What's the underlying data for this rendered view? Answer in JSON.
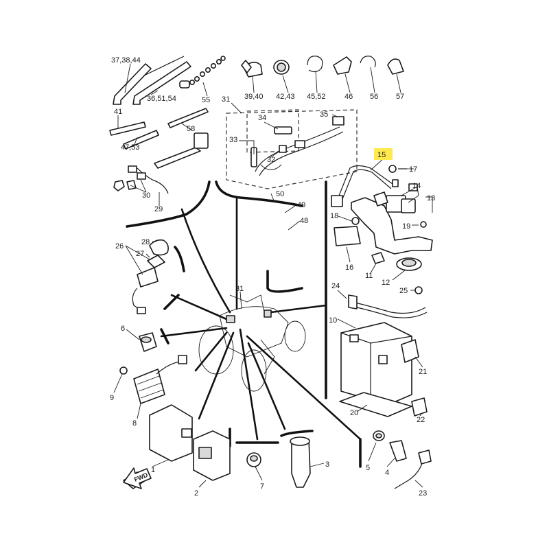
{
  "callouts": {
    "c37": "37,38,44",
    "c36": "36,51,54",
    "c55": "55",
    "c41": "41",
    "c47": "47,53",
    "c58": "58",
    "c30": "30",
    "c29": "29",
    "c3940": "39,40",
    "c4243": "42,43",
    "c4552": "45,52",
    "c46": "46",
    "c56": "56",
    "c57": "57",
    "c31a": "31",
    "c35": "35",
    "c34": "34",
    "c33": "33",
    "c32": "32",
    "c50": "50",
    "c49": "49",
    "c48": "48",
    "c15": "15",
    "c17": "17",
    "c14": "14",
    "c13": "13",
    "c18": "18",
    "c19": "19",
    "c16": "16",
    "c11": "11",
    "c12": "12",
    "c25": "25",
    "c24": "24",
    "c10": "10",
    "c21": "21",
    "c22": "22",
    "c20": "20",
    "c26": "26",
    "c28": "28",
    "c27": "27",
    "c31b": "31",
    "c6": "6",
    "c9": "9",
    "c8": "8",
    "c1": "1",
    "c2": "2",
    "c7": "7",
    "c3": "3",
    "c5": "5",
    "c4": "4",
    "c23": "23"
  },
  "fwd_label": "FWD",
  "highlight_color": "#ffe94d"
}
